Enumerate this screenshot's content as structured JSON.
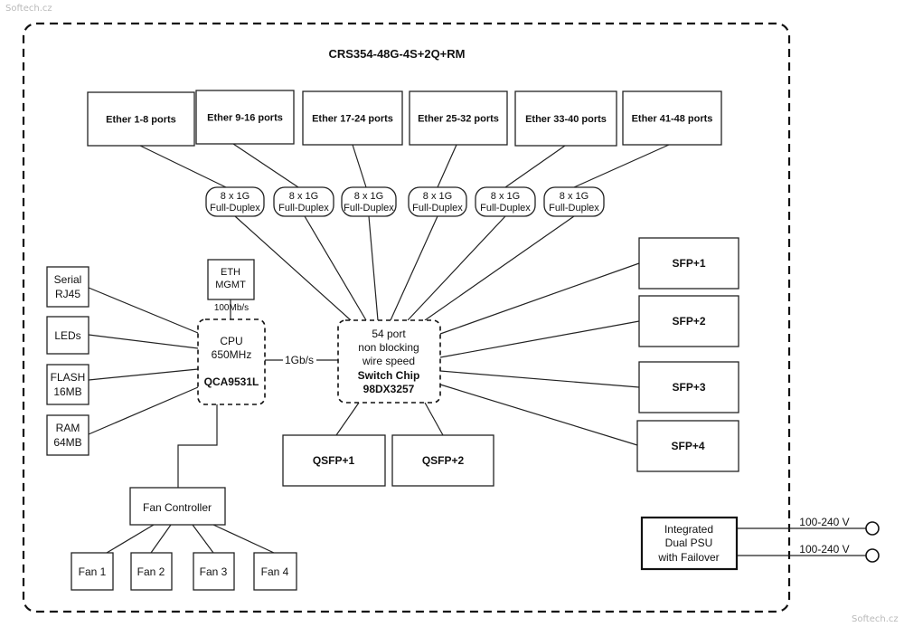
{
  "title": "CRS354-48G-4S+2Q+RM",
  "watermark": "Softech.cz",
  "ether_groups": [
    {
      "label": "Ether 1-8 ports",
      "link": [
        "8 x 1G",
        "Full-Duplex"
      ]
    },
    {
      "label": "Ether 9-16 ports",
      "link": [
        "8 x 1G",
        "Full-Duplex"
      ]
    },
    {
      "label": "Ether 17-24 ports",
      "link": [
        "8 x 1G",
        "Full-Duplex"
      ]
    },
    {
      "label": "Ether 25-32 ports",
      "link": [
        "8 x 1G",
        "Full-Duplex"
      ]
    },
    {
      "label": "Ether 33-40 ports",
      "link": [
        "8 x 1G",
        "Full-Duplex"
      ]
    },
    {
      "label": "Ether 41-48 ports",
      "link": [
        "8 x 1G",
        "Full-Duplex"
      ]
    }
  ],
  "switch_chip": {
    "lines": [
      "54 port",
      "non blocking",
      "wire speed"
    ],
    "name": "Switch Chip",
    "model": "98DX3257"
  },
  "cpu": {
    "lines": [
      "CPU",
      "650MHz"
    ],
    "model": "QCA9531L"
  },
  "cpu_link": "1Gb/s",
  "eth_mgmt": {
    "lines": [
      "ETH",
      "MGMT"
    ],
    "speed": "100Mb/s"
  },
  "peripherals": [
    {
      "lines": [
        "Serial",
        "RJ45"
      ]
    },
    {
      "lines": [
        "LEDs"
      ]
    },
    {
      "lines": [
        "FLASH",
        "16MB"
      ]
    },
    {
      "lines": [
        "RAM",
        "64MB"
      ]
    }
  ],
  "sfp_ports": [
    "SFP+1",
    "SFP+2",
    "SFP+3",
    "SFP+4"
  ],
  "qsfp_ports": [
    "QSFP+1",
    "QSFP+2"
  ],
  "fan_controller": "Fan Controller",
  "fans": [
    "Fan 1",
    "Fan 2",
    "Fan 3",
    "Fan 4"
  ],
  "psu": {
    "lines": [
      "Integrated",
      "Dual PSU",
      "with Failover"
    ],
    "inputs": [
      "100-240 V",
      "100-240 V"
    ]
  }
}
